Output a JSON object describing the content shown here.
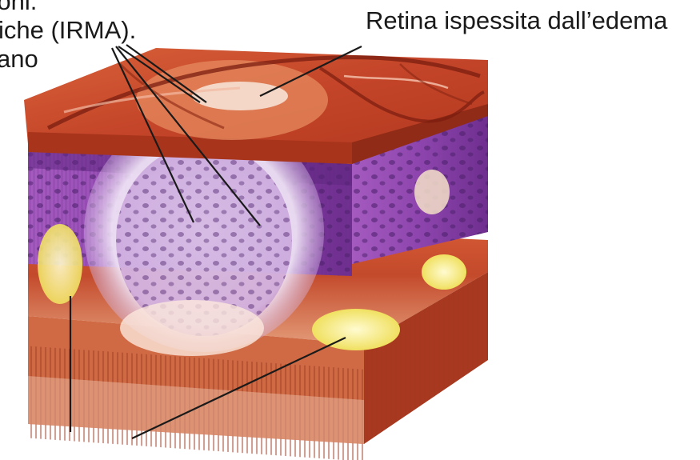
{
  "labels": {
    "top_left_line1": "zioni.",
    "top_left_line2": "iche (IRMA).",
    "top_left_line3": "ano",
    "top_right": "Retina ispessita dall’edema"
  },
  "colors": {
    "tissue_red": "#c8472e",
    "tissue_orange": "#e07a45",
    "layer_purple": "#8a3fa6",
    "edema_white": "#f4eefa",
    "exudate_yellow": "#f7ee80",
    "leader_line": "#1a1a1a"
  }
}
